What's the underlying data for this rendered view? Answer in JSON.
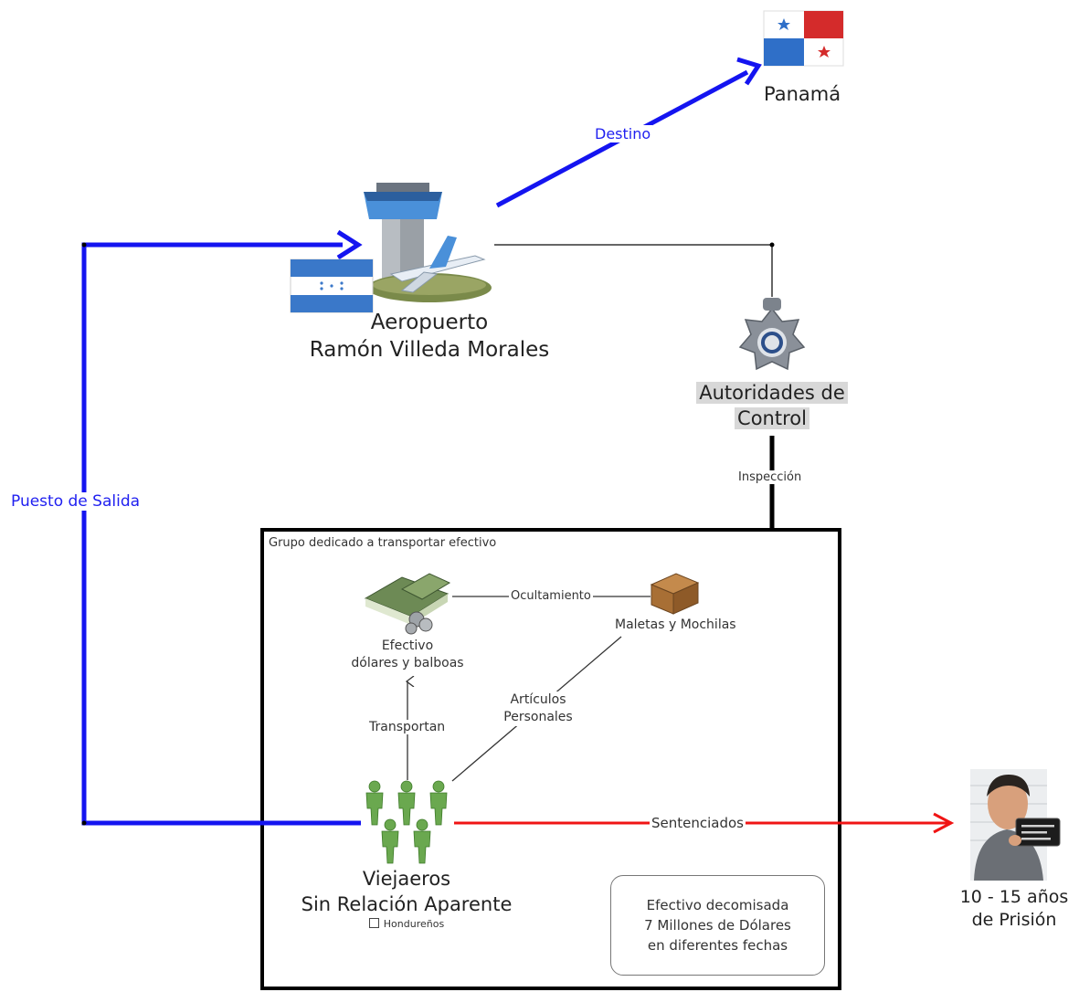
{
  "nodes": {
    "panama": {
      "label": "Panamá"
    },
    "airport": {
      "line1": "Aeropuerto",
      "line2": "Ramón Villeda Morales"
    },
    "authorities": {
      "line1": "Autoridades de",
      "line2": "Control"
    },
    "cash": {
      "line1": "Efectivo",
      "line2": "dólares y balboas"
    },
    "luggage": {
      "label": "Maletas y Mochilas"
    },
    "travelers": {
      "line1": "Viejaeros",
      "line2": "Sin Relación Aparente",
      "tag": "Hondureños"
    },
    "prison": {
      "line1": "10 - 15 años",
      "line2": "de Prisión"
    }
  },
  "edges": {
    "destino": "Destino",
    "puesto_salida": "Puesto de Salida",
    "inspeccion": "Inspección",
    "ocultamiento": "Ocultamiento",
    "transportan": "Transportan",
    "articulos": "Artículos\nPersonales",
    "sentenciados": "Sentenciados"
  },
  "group": {
    "title": "Grupo dedicado a transportar efectivo"
  },
  "note": {
    "text": "Efectivo decomisada\n7 Millones de Dólares\nen diferentes fechas"
  },
  "colors": {
    "blue_link": "#1414f0",
    "red_link": "#f01414",
    "frame": "#000000",
    "people": "#6aa84f"
  }
}
